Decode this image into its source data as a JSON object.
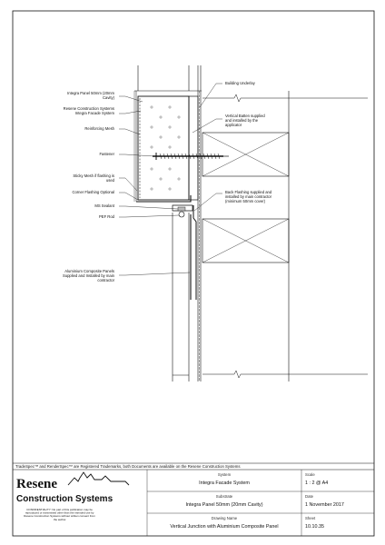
{
  "labels": {
    "panel": [
      "Integra Panel 50mm (20mm",
      "Cavity)"
    ],
    "resene_system": [
      "Resene Construction Systems",
      "Integra Facade System"
    ],
    "mesh": "Reinforcing Mesh",
    "fastener": "Fastener",
    "sticky_mesh": [
      "Sticky Mesh if flashing is",
      "used"
    ],
    "corner_flashing": "Corner Flashing Optional",
    "ms_sealant": "MS Sealant",
    "pef_rod": "PEF Rod",
    "acp": [
      "Aluminium Composite Panels",
      "Supplied and Installed by main",
      "contractor"
    ],
    "underlay": "Building Underlay",
    "batten": [
      "Vertical Batten supplied",
      "and installed by the",
      "applicator"
    ],
    "back_flashing": [
      "Back Flashing supplied and",
      "installed by main contractor",
      "(minimum 50mm cover)"
    ]
  },
  "footer_note": "TradeSpec™ and RenderSpec™ are Registered Trademarks, both Documents are available on the Resene Construction Systems",
  "logo": {
    "brand": "Resene",
    "subtitle": "Construction Systems",
    "confidentiality": [
      "CONFIDENTIALITY: No part of this publication may be",
      "reproduced or transmitted other than the intended use by",
      "Resene Construction Systems without written consent from",
      "the author."
    ]
  },
  "title_block": {
    "system_caption": "System",
    "system": "Integra Facade System",
    "scale_caption": "Scale",
    "scale": "1 : 2 @ A4",
    "substrate_caption": "Substrate",
    "substrate": "Integra Panel 50mm (20mm Cavity)",
    "date_caption": "Date",
    "date": "1 November 2017",
    "drawing_caption": "Drawing Name",
    "drawing": "Vertical Junction with Aluminium Composite Panel",
    "sheet_caption": "Sheet",
    "sheet": "10.10.35"
  },
  "colors": {
    "line": "#111111",
    "hatch": "#555555",
    "logo": "#111111"
  }
}
